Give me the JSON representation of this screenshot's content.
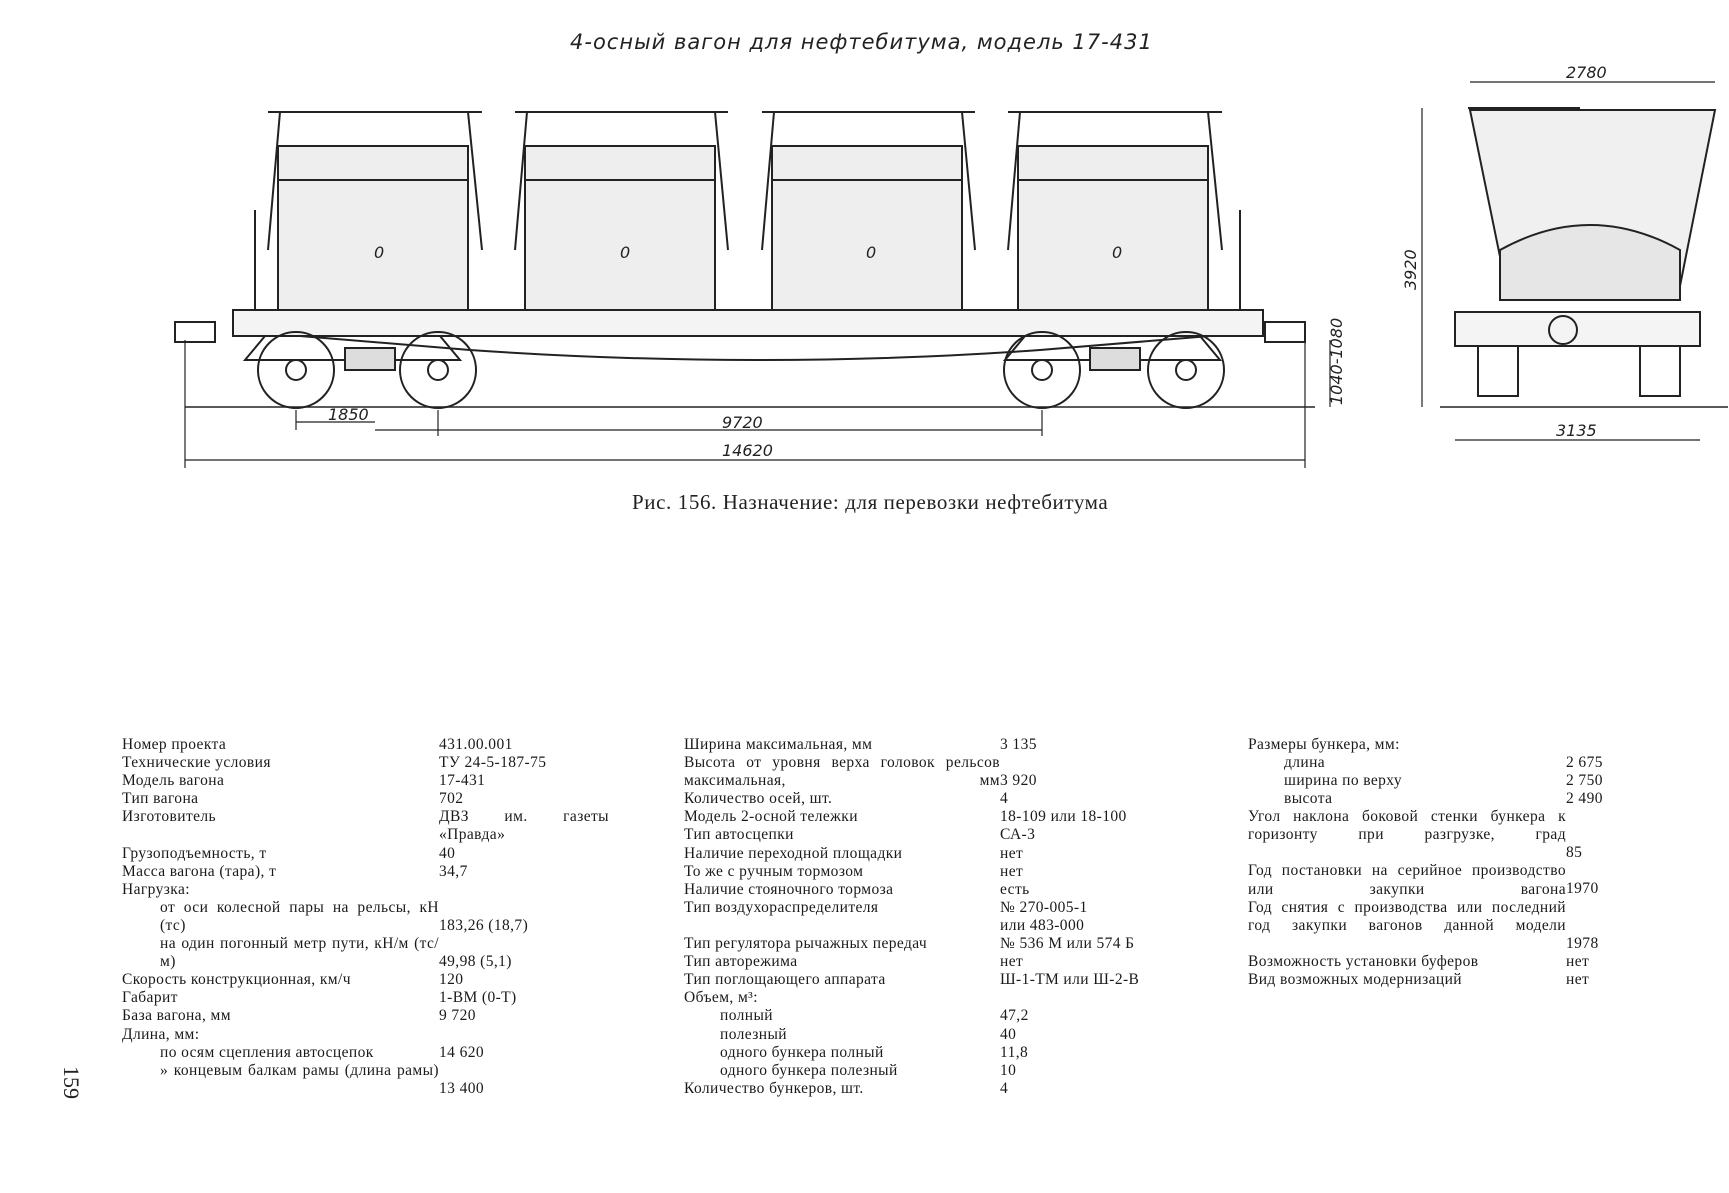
{
  "drawing_title": "4-осный вагон для нефтебитума, модель 17-431",
  "dimensions": {
    "bogie_base": "1850",
    "wagon_base": "9720",
    "length_total": "14620",
    "coupler_height": "1040-1080",
    "width_top": "2780",
    "height_total": "3920",
    "width_max": "3135"
  },
  "hopper_marks": [
    "0",
    "0",
    "0",
    "0"
  ],
  "caption": "Рис. 156. Назначение: для перевозки нефтебитума",
  "page_number": "159",
  "specs": {
    "col1": [
      {
        "label": "Номер проекта",
        "value": "431.00.001"
      },
      {
        "label": "Технические условия",
        "value": "ТУ 24-5-187-75"
      },
      {
        "label": "Модель вагона",
        "value": "17-431"
      },
      {
        "label": "Тип вагона",
        "value": "702"
      },
      {
        "label": "Изготовитель",
        "value": "ДВЗ им. газеты «Правда»"
      },
      {
        "label": "Грузоподъемность, т",
        "value": "40"
      },
      {
        "label": "Масса вагона (тара), т",
        "value": "34,7"
      },
      {
        "label": "Нагрузка:",
        "value": ""
      },
      {
        "label": "от оси колесной пары на рельсы, кН (тс)",
        "value": "183,26 (18,7)"
      },
      {
        "label": "на один погонный метр пути, кН/м (тс/м)",
        "value": "49,98 (5,1)"
      },
      {
        "label": "Скорость конструкционная, км/ч",
        "value": "120"
      },
      {
        "label": "Габарит",
        "value": "1-ВМ (0-Т)"
      },
      {
        "label": "База вагона, мм",
        "value": "9 720"
      },
      {
        "label": "Длина, мм:",
        "value": ""
      },
      {
        "label": "по осям сцепления автосцепок",
        "value": "14 620"
      },
      {
        "label": "» концевым балкам рамы (длина рамы)",
        "value": "13 400"
      }
    ],
    "col2": [
      {
        "label": "Ширина максимальная, мм",
        "value": "3 135"
      },
      {
        "label": "Высота от уровня верха головок рельсов максимальная, мм",
        "value": "3 920"
      },
      {
        "label": "Количество осей, шт.",
        "value": "4"
      },
      {
        "label": "Модель 2-осной тележки",
        "value": "18-109 или 18-100"
      },
      {
        "label": "Тип автосцепки",
        "value": "СА-3"
      },
      {
        "label": "Наличие переходной площадки",
        "value": "нет"
      },
      {
        "label": "То же с ручным тормозом",
        "value": "нет"
      },
      {
        "label": "Наличие стояночного тормоза",
        "value": "есть"
      },
      {
        "label": "Тип воздухораспределителя",
        "value": "№ 270-005-1 или 483-000"
      },
      {
        "label": "Тип регулятора рычажных передач",
        "value": "№ 536 М или 574 Б"
      },
      {
        "label": "Тип авторежима",
        "value": "нет"
      },
      {
        "label": "Тип поглощающего аппарата",
        "value": "Ш-1-ТМ или Ш-2-В"
      },
      {
        "label": "Объем, м³:",
        "value": ""
      },
      {
        "label": "полный",
        "value": "47,2"
      },
      {
        "label": "полезный",
        "value": "40"
      },
      {
        "label": "одного бункера полный",
        "value": "11,8"
      },
      {
        "label": "одного бункера полезный",
        "value": "10"
      },
      {
        "label": "Количество бункеров, шт.",
        "value": "4"
      }
    ],
    "col3": [
      {
        "label": "Размеры бункера, мм:",
        "value": ""
      },
      {
        "label": "длина",
        "value": "2 675"
      },
      {
        "label": "ширина по верху",
        "value": "2 750"
      },
      {
        "label": "высота",
        "value": "2 490"
      },
      {
        "label": "Угол наклона боковой стенки бункера к горизонту при разгрузке, град",
        "value": "85"
      },
      {
        "label": "Год постановки на серийное производство или закупки вагона",
        "value": "1970"
      },
      {
        "label": "Год снятия с производства или последний год закупки вагонов данной модели",
        "value": "1978"
      },
      {
        "label": "Возможность установки буферов",
        "value": "нет"
      },
      {
        "label": "Вид возможных модернизаций",
        "value": "нет"
      }
    ]
  }
}
